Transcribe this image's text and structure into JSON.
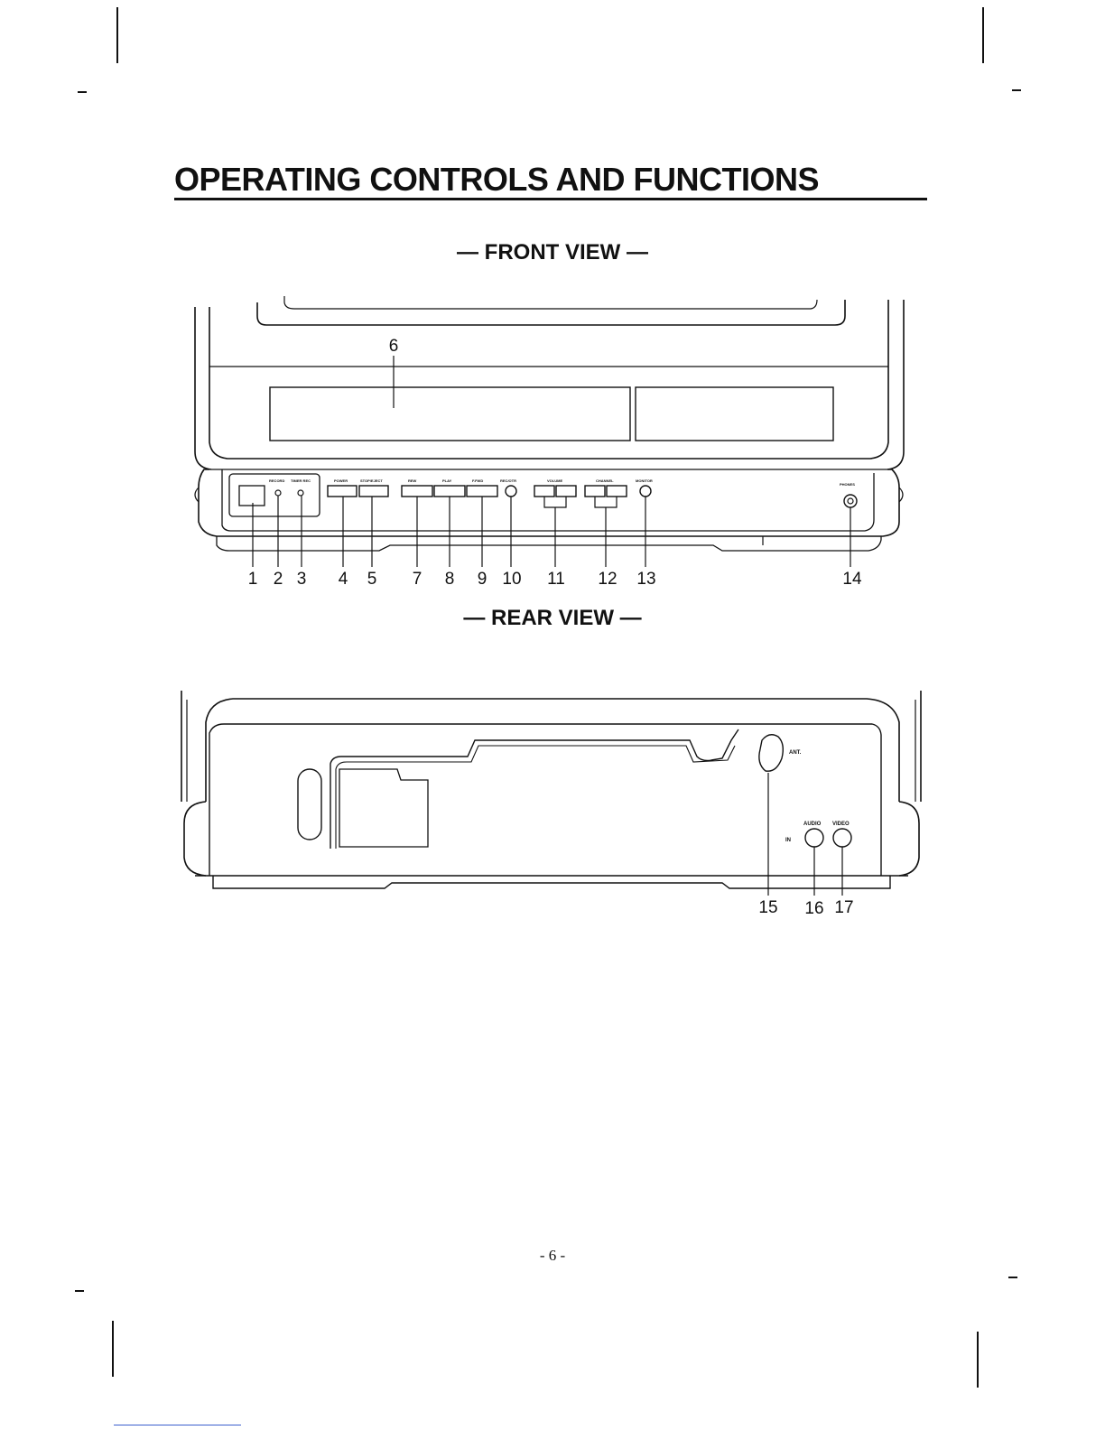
{
  "page": {
    "title": "OPERATING CONTROLS AND FUNCTIONS",
    "page_number": "- 6 -"
  },
  "front_view": {
    "heading": "— FRONT VIEW —",
    "panel_labels": {
      "record": "RECORD",
      "timer_rec": "TIMER REC",
      "power": "POWER",
      "stop_eject": "STOP/EJECT",
      "rew": "REW",
      "play": "PLAY",
      "ffwd": "F.FWD",
      "rec_otr": "REC/OTR",
      "volume": "VOLUME",
      "channel": "CHANNEL",
      "monitor": "MONITOR",
      "phones": "PHONES"
    },
    "callouts": [
      "1",
      "2",
      "3",
      "4",
      "5",
      "6",
      "7",
      "8",
      "9",
      "10",
      "11",
      "12",
      "13",
      "14"
    ]
  },
  "rear_view": {
    "heading": "— REAR VIEW —",
    "panel_labels": {
      "ant": "ANT.",
      "audio": "AUDIO",
      "video": "VIDEO",
      "in": "IN"
    },
    "callouts": [
      "15",
      "16",
      "17"
    ]
  }
}
